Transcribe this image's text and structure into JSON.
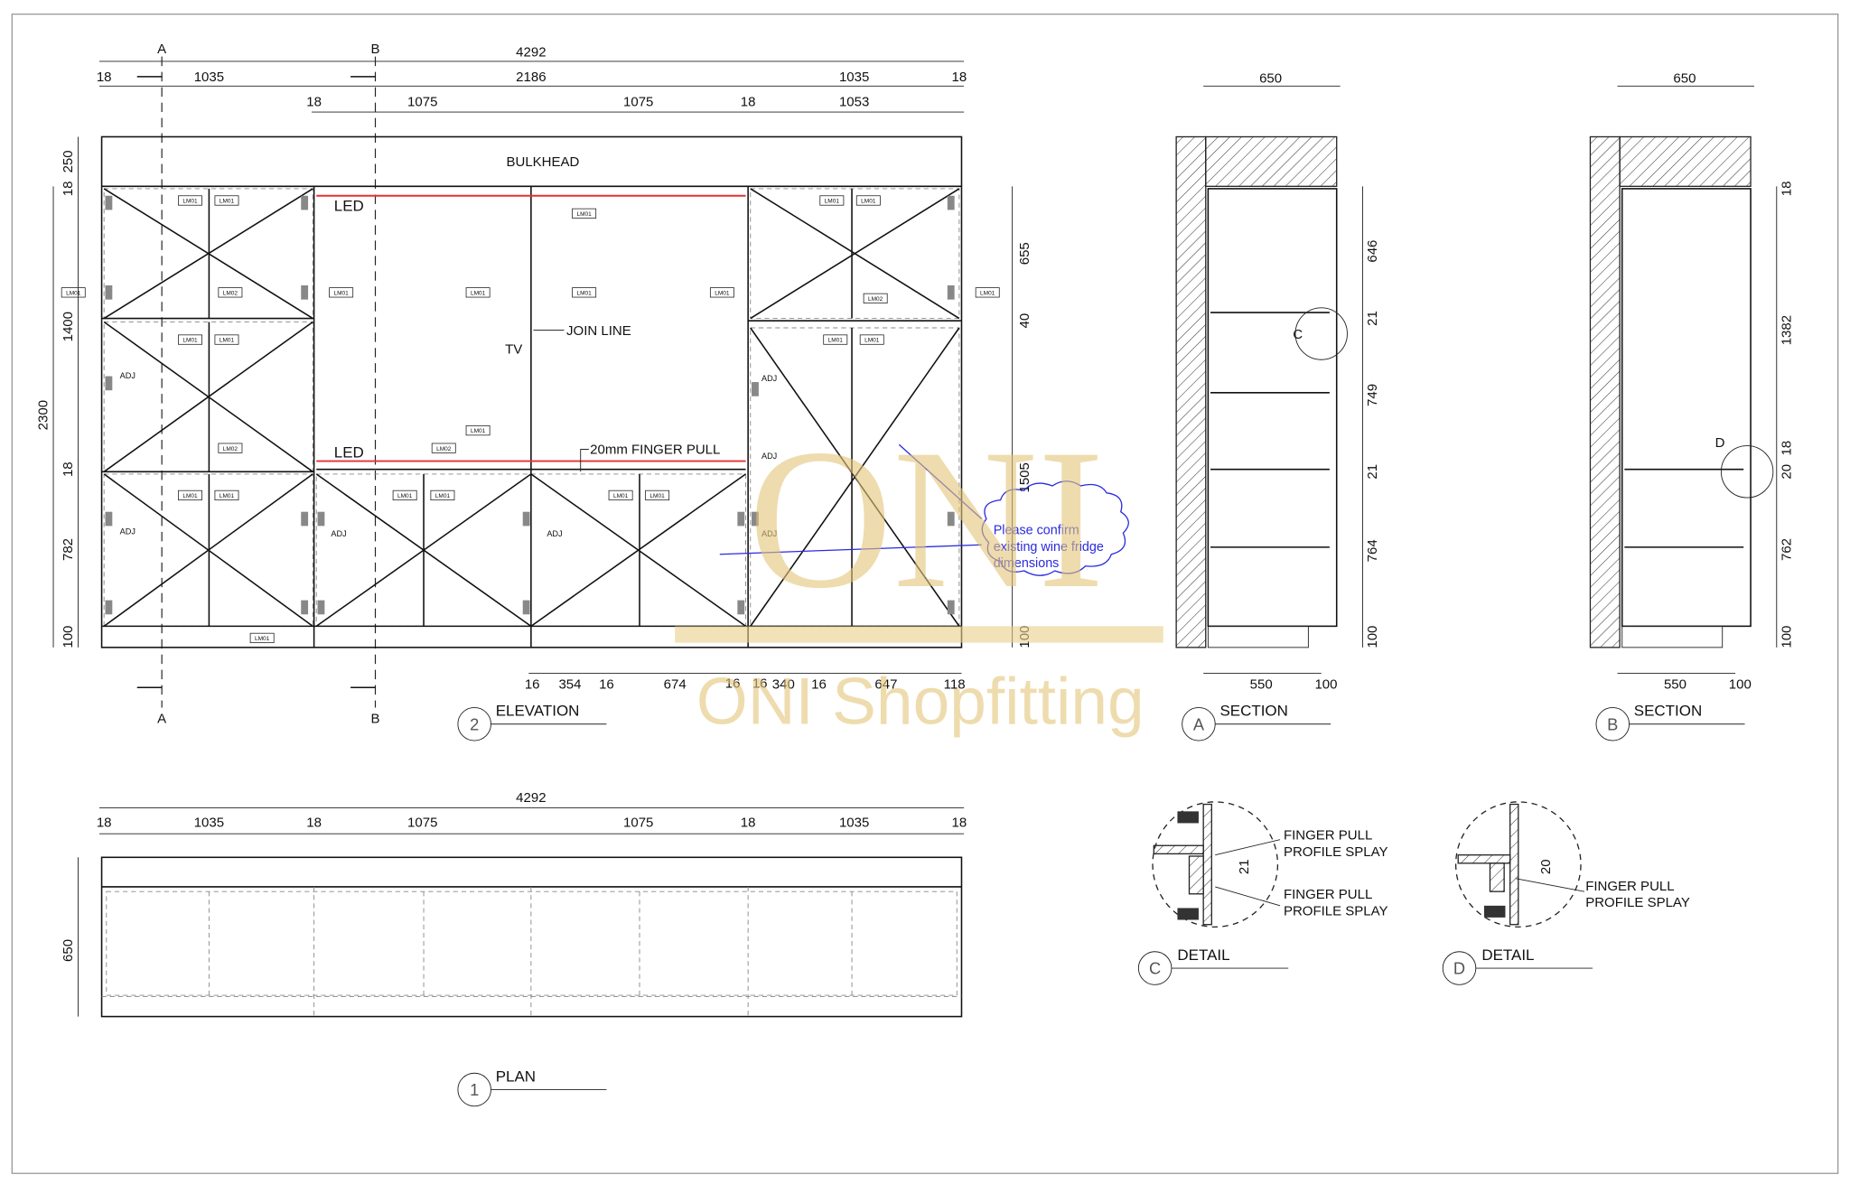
{
  "elevation": {
    "title": "ELEVATION",
    "number": "2",
    "section_marks": [
      "A",
      "B"
    ],
    "dims_top": {
      "overall": "4292",
      "row2": [
        "18",
        "1035",
        "2186",
        "1035",
        "18"
      ],
      "row3": [
        "18",
        "1075",
        "1075",
        "18",
        "1053"
      ]
    },
    "dims_left": {
      "overall": "2300",
      "parts": [
        "250",
        "18",
        "1400",
        "18",
        "782",
        "100"
      ]
    },
    "dims_right": [
      "655",
      "40",
      "1505",
      "100"
    ],
    "dims_bottom": [
      "16",
      "354",
      "16",
      "674",
      "16",
      "16",
      "340",
      "16",
      "647",
      "118"
    ],
    "labels": {
      "bulkhead": "BULKHEAD",
      "led_top": "LED",
      "led_bottom": "LED",
      "tv": "TV",
      "join_line": "JOIN LINE",
      "finger_pull": "20mm FINGER PULL"
    },
    "tags": [
      "LM01",
      "LM01",
      "LM01",
      "LM02",
      "LM01",
      "LM01",
      "LM02",
      "LM01",
      "LM01",
      "LM01",
      "LM01",
      "LM01",
      "LM01",
      "LM01",
      "LM01",
      "LM01",
      "LM02",
      "LM01",
      "LM01",
      "LM01",
      "LM01",
      "LM01",
      "LM01",
      "LM02",
      "LM01",
      "LM01",
      "LM01"
    ],
    "adj": [
      "ADJ",
      "ADJ",
      "ADJ",
      "ADJ",
      "ADJ",
      "ADJ",
      "ADJ"
    ],
    "comment": [
      "Please confirm",
      "existing wine fridge",
      "dimensions"
    ]
  },
  "plan": {
    "title": "PLAN",
    "number": "1",
    "overall": "4292",
    "dims": [
      "18",
      "1035",
      "18",
      "1075",
      "1075",
      "18",
      "1035",
      "18"
    ],
    "depth": "650"
  },
  "section_a": {
    "title": "SECTION",
    "letter": "A",
    "top": "650",
    "bottom": [
      "550",
      "100"
    ],
    "right": [
      "646",
      "21",
      "749",
      "21",
      "764",
      "100"
    ],
    "callout": "C"
  },
  "section_b": {
    "title": "SECTION",
    "letter": "B",
    "top": "650",
    "bottom": [
      "550",
      "100"
    ],
    "right": [
      "18",
      "1382",
      "18",
      "20",
      "762",
      "100"
    ],
    "callout": "D"
  },
  "detail_c": {
    "title": "DETAIL",
    "letter": "C",
    "dim": "21",
    "notes": [
      "FINGER PULL",
      "PROFILE SPLAY",
      "FINGER PULL",
      "PROFILE SPLAY"
    ]
  },
  "detail_d": {
    "title": "DETAIL",
    "letter": "D",
    "dim": "20",
    "notes": [
      "FINGER PULL",
      "PROFILE SPLAY"
    ]
  },
  "watermark": {
    "logo": "ONI",
    "text": "ONI Shopfitting",
    "color": "#e8cf8a"
  },
  "colors": {
    "led": "#e53030",
    "comment": "#2a2ae0"
  }
}
